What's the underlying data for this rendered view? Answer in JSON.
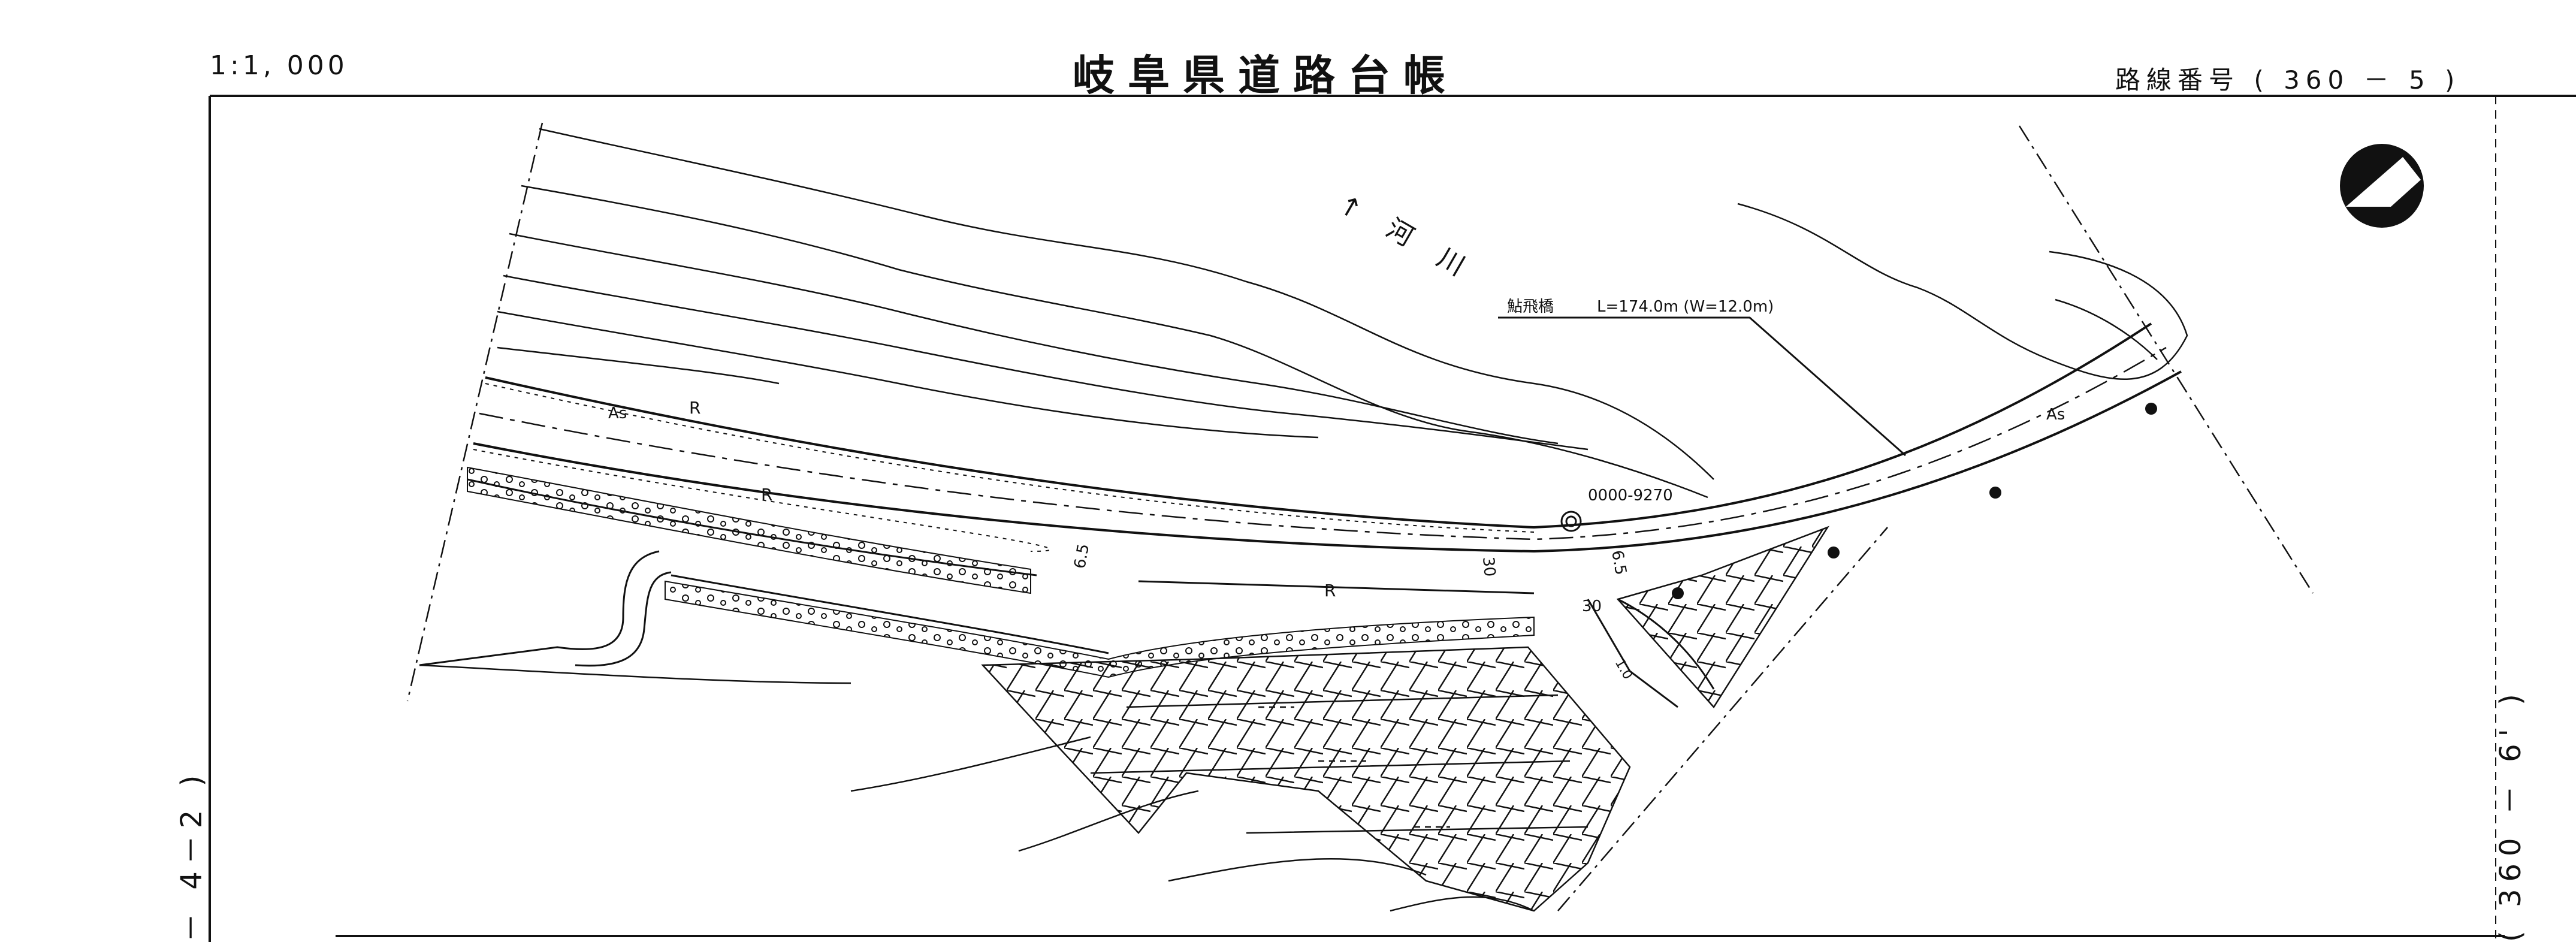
{
  "header": {
    "scale": "1:1, 000",
    "title": "岐阜県道路台帳",
    "route_number": "路線番号 ( 360 － 5 )"
  },
  "side_labels": {
    "left": "－ 4－2 )",
    "right": "( 360 － 6' )"
  },
  "map": {
    "river_label": "河 川",
    "river_arrow": "↑",
    "bridge_label": "鮎飛橋",
    "bridge_dims": "L=174.0m (W=12.0m)",
    "survey_point": "0000-9270",
    "surface_left": "As",
    "surface_right": "As",
    "rail_labels": [
      "R",
      "R",
      "R"
    ],
    "width_labels": [
      "6.5",
      "6.5",
      "30",
      "30",
      "1.0"
    ],
    "line_color": "#111111",
    "north_symbol": "compass-icon"
  }
}
